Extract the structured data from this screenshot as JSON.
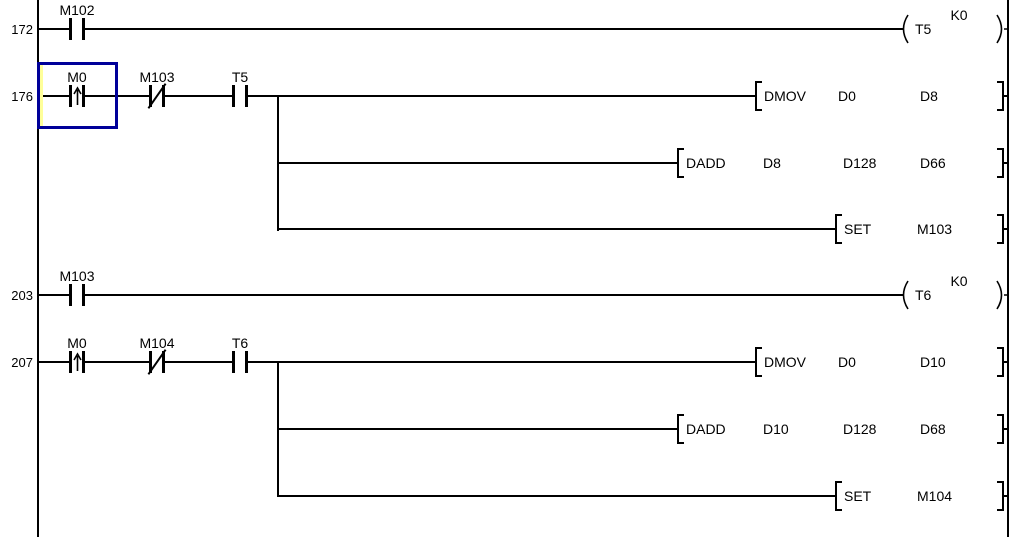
{
  "ladder": {
    "colors": {
      "wire": "#000000",
      "selection_border": "#000099",
      "edit_strip": "#ffff99",
      "background": "#ffffff"
    },
    "rungs": [
      {
        "step": "172",
        "contacts": [
          {
            "label": "M102",
            "type": "normally-open"
          }
        ],
        "coil": {
          "device": "T5",
          "value": "K0"
        }
      },
      {
        "step": "176",
        "contacts": [
          {
            "label": "M0",
            "type": "rising-pulse"
          },
          {
            "label": "M103",
            "type": "normally-closed"
          },
          {
            "label": "T5",
            "type": "normally-open"
          }
        ],
        "branches": [
          {
            "opcode": "DMOV",
            "operands": [
              "D0",
              "D8"
            ]
          },
          {
            "opcode": "DADD",
            "operands": [
              "D8",
              "D128",
              "D66"
            ]
          },
          {
            "opcode": "SET",
            "operands": [
              "M103"
            ]
          }
        ]
      },
      {
        "step": "203",
        "contacts": [
          {
            "label": "M103",
            "type": "normally-open"
          }
        ],
        "coil": {
          "device": "T6",
          "value": "K0"
        }
      },
      {
        "step": "207",
        "contacts": [
          {
            "label": "M0",
            "type": "rising-pulse"
          },
          {
            "label": "M104",
            "type": "normally-closed"
          },
          {
            "label": "T6",
            "type": "normally-open"
          }
        ],
        "branches": [
          {
            "opcode": "DMOV",
            "operands": [
              "D0",
              "D10"
            ]
          },
          {
            "opcode": "DADD",
            "operands": [
              "D10",
              "D128",
              "D68"
            ]
          },
          {
            "opcode": "SET",
            "operands": [
              "M104"
            ]
          }
        ]
      }
    ]
  }
}
